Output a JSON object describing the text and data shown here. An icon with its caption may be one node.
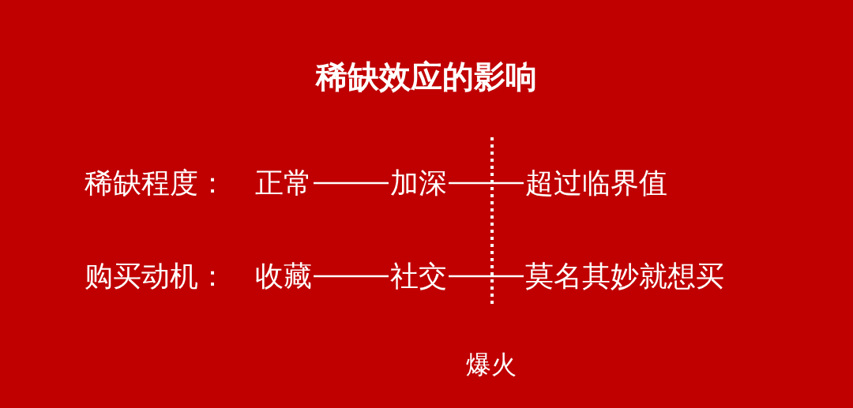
{
  "diagram": {
    "title": "稀缺效应的影响",
    "nodes": [
      {
        "text": [
          "正常"
        ]
      },
      {
        "text": [
          "加深"
        ]
      },
      {
        "text": [
          "超过临界值"
        ]
      },
      {
        "text": [
          "收藏"
        ]
      },
      {
        "text": [
          "社交"
        ]
      },
      {
        "text": [
          "莫名其妙就想买"
        ]
      }
    ],
    "edges": [
      {
        "from": 0,
        "to": 1,
        "arrow": "none"
      },
      {
        "from": 1,
        "to": 2,
        "arrow": "none"
      },
      {
        "from": 3,
        "to": 4,
        "arrow": "none"
      },
      {
        "from": 4,
        "to": 5,
        "arrow": "none"
      }
    ],
    "labels": [
      "稀缺程度：",
      "购买动机：",
      "爆火"
    ]
  }
}
